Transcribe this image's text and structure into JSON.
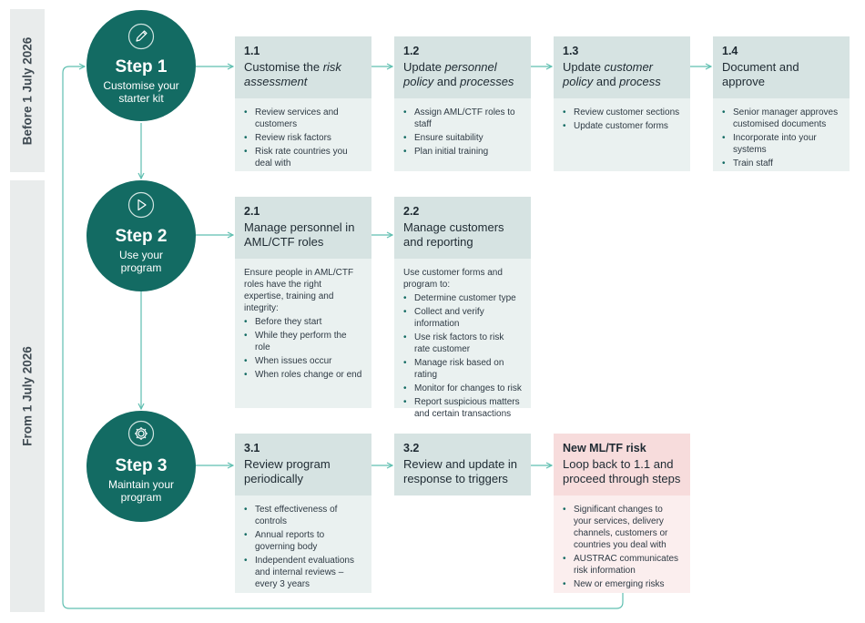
{
  "bands": {
    "before": "Before 1 July 2026",
    "from": "From 1 July 2026"
  },
  "steps": [
    {
      "title": "Step 1",
      "subtitle": "Customise your starter kit",
      "icon": "pencil-icon"
    },
    {
      "title": "Step 2",
      "subtitle": "Use your program",
      "icon": "play-icon"
    },
    {
      "title": "Step 3",
      "subtitle": "Maintain your program",
      "icon": "gear-icon"
    }
  ],
  "boxes": {
    "b11": {
      "num": "1.1",
      "title_plain": "Customise the ",
      "title_italic": "risk assessment",
      "items": [
        "Review services and customers",
        "Review risk factors",
        "Risk rate countries you deal with"
      ]
    },
    "b12": {
      "num": "1.2",
      "title_plain": "Update ",
      "title_italic": "personnel policy",
      "title_plain2": " and ",
      "title_italic2": "processes",
      "items": [
        "Assign AML/CTF roles to staff",
        "Ensure suitability",
        "Plan initial training"
      ]
    },
    "b13": {
      "num": "1.3",
      "title_plain": "Update ",
      "title_italic": "customer policy",
      "title_plain2": " and ",
      "title_italic2": "process",
      "items": [
        "Review customer sections",
        "Update customer forms"
      ]
    },
    "b14": {
      "num": "1.4",
      "title": "Document and approve",
      "items": [
        "Senior manager approves customised documents",
        "Incorporate into your systems",
        "Train staff"
      ]
    },
    "b21": {
      "num": "2.1",
      "title": "Manage personnel in AML/CTF roles",
      "intro": "Ensure people in AML/CTF roles have the right expertise, training and integrity:",
      "items": [
        "Before they start",
        "While they perform the role",
        "When issues occur",
        "When roles change or end"
      ]
    },
    "b22": {
      "num": "2.2",
      "title": "Manage customers and reporting",
      "intro": "Use customer forms and program to:",
      "items": [
        "Determine customer type",
        "Collect and verify information",
        "Use risk factors to risk rate customer",
        "Manage risk based on rating",
        "Monitor for changes to risk",
        "Report suspicious matters and certain transactions"
      ]
    },
    "b31": {
      "num": "3.1",
      "title": "Review program periodically",
      "items": [
        "Test effectiveness of controls",
        "Annual reports to governing body",
        "Independent evaluations and internal reviews – every 3 years"
      ]
    },
    "b32": {
      "num": "3.2",
      "title": "Review and update in response to triggers"
    },
    "risk": {
      "num": "New ML/TF risk",
      "title": "Loop back to 1.1 and proceed through steps",
      "items": [
        "Significant changes to your services, delivery channels, customers or countries you deal with",
        "AUSTRAC communicates risk information",
        "New or emerging risks"
      ]
    }
  },
  "colors": {
    "teal": "#136b63",
    "box_head": "#d6e3e2",
    "box_body": "#eaf1f0",
    "risk_head": "#f7dcdc",
    "risk_body": "#fbeeee",
    "band": "#e9ecec"
  }
}
